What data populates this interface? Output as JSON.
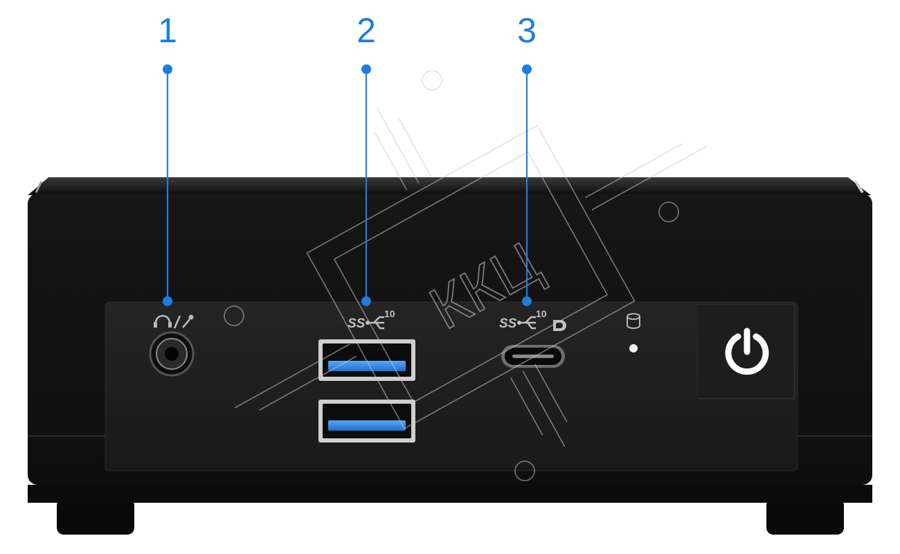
{
  "callouts": [
    {
      "number": "1"
    },
    {
      "number": "2"
    },
    {
      "number": "3"
    }
  ],
  "port_labels": {
    "usb_a_speed": "10",
    "usb_c_speed": "10",
    "superspeed_mark": "SS"
  },
  "watermark": {
    "text": "ККЦ"
  },
  "icons": {
    "audio": "headphone-mic-icon",
    "usb": "superspeed-usb-icon",
    "displayport": "displayport-icon",
    "storage": "storage-activity-icon",
    "power": "power-icon"
  },
  "colors": {
    "callout": "#1c7ee0",
    "usb_port_blue": "#2f86e8",
    "chassis": "#141414",
    "panel": "#1e1e1e"
  }
}
